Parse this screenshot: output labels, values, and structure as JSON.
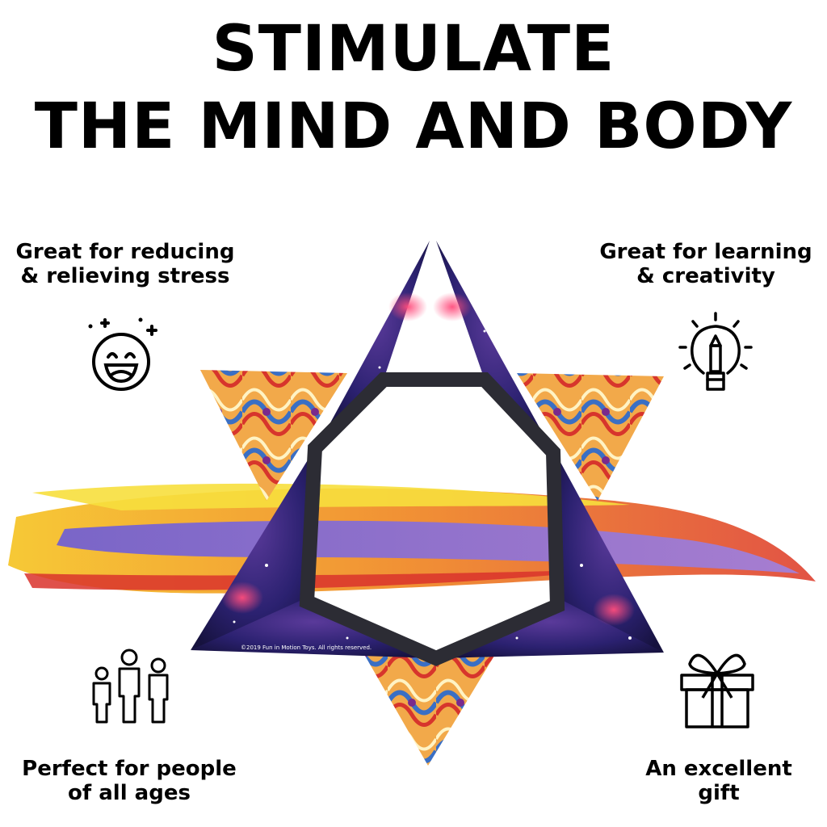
{
  "headline": {
    "line1": "STIMULATE",
    "line2": "THE MIND AND BODY"
  },
  "features": {
    "stress": {
      "line1": "Great for reducing",
      "line2": "& relieving stress",
      "icon": "smiley-icon"
    },
    "learning": {
      "line1": "Great for learning",
      "line2": "& creativity",
      "icon": "lightbulb-pencil-icon"
    },
    "ages": {
      "line1": "Perfect for people",
      "line2": "of all ages",
      "icon": "family-icon"
    },
    "gift": {
      "line1": "An excellent",
      "line2": "gift",
      "icon": "gift-box-icon"
    }
  },
  "product": {
    "copyright": "©2019 Fun in Motion Toys. All rights reserved."
  },
  "colors": {
    "text": "#000000",
    "background": "#ffffff",
    "galaxy": "#2a1f5c",
    "swirl_orange": "#e8742a",
    "swirl_yellow": "#f4d23a",
    "swirl_purple": "#8a6fd1",
    "swirl_red": "#d9322b"
  }
}
